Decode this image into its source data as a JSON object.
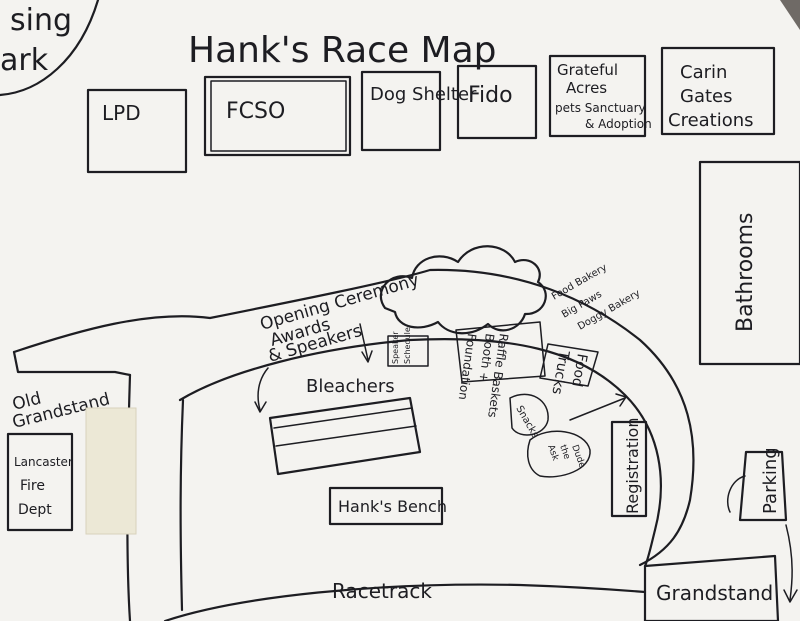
{
  "title": "Hank's Race Map",
  "corner_label_line1": "sing",
  "corner_label_line2": "ark",
  "top_booths": [
    "LPD",
    "FCSO",
    "Dog Shelter",
    "Fido"
  ],
  "grateful": [
    "Grateful",
    "Acres",
    "pets Sanctuary",
    "& Adoption"
  ],
  "carin": [
    "Carin",
    "Gates",
    "Creations"
  ],
  "bathrooms": "Bathrooms",
  "opening_ceremony": [
    "Opening Ceremony",
    "Awards",
    "& Speakers"
  ],
  "speaker_schedule": [
    "Speaker",
    "Schedule"
  ],
  "bleachers": "Bleachers",
  "foundation": [
    "Foundation",
    "Booth +",
    "Raffle Baskets"
  ],
  "food_trucks": [
    "Food",
    "Trucks"
  ],
  "food_bakery": [
    "Food Bakery",
    "Big Paws",
    "Doggy Bakery"
  ],
  "snacks": "Snacks",
  "ask_dude": [
    "Ask",
    "the",
    "Dude"
  ],
  "old_grandstand": [
    "Old",
    "Grandstand"
  ],
  "fire_dept": [
    "Lancaster",
    "Fire",
    "Dept"
  ],
  "registration": "Registration",
  "hanks_bench": "Hank's Bench",
  "parking": "Parking",
  "racetrack": "Racetrack",
  "grandstand": "Grandstand",
  "colors": {
    "paper": "#f4f3f0",
    "ink": "#1d1d22",
    "tabletop": "#6f6a66",
    "correction": "#ece8d6"
  }
}
